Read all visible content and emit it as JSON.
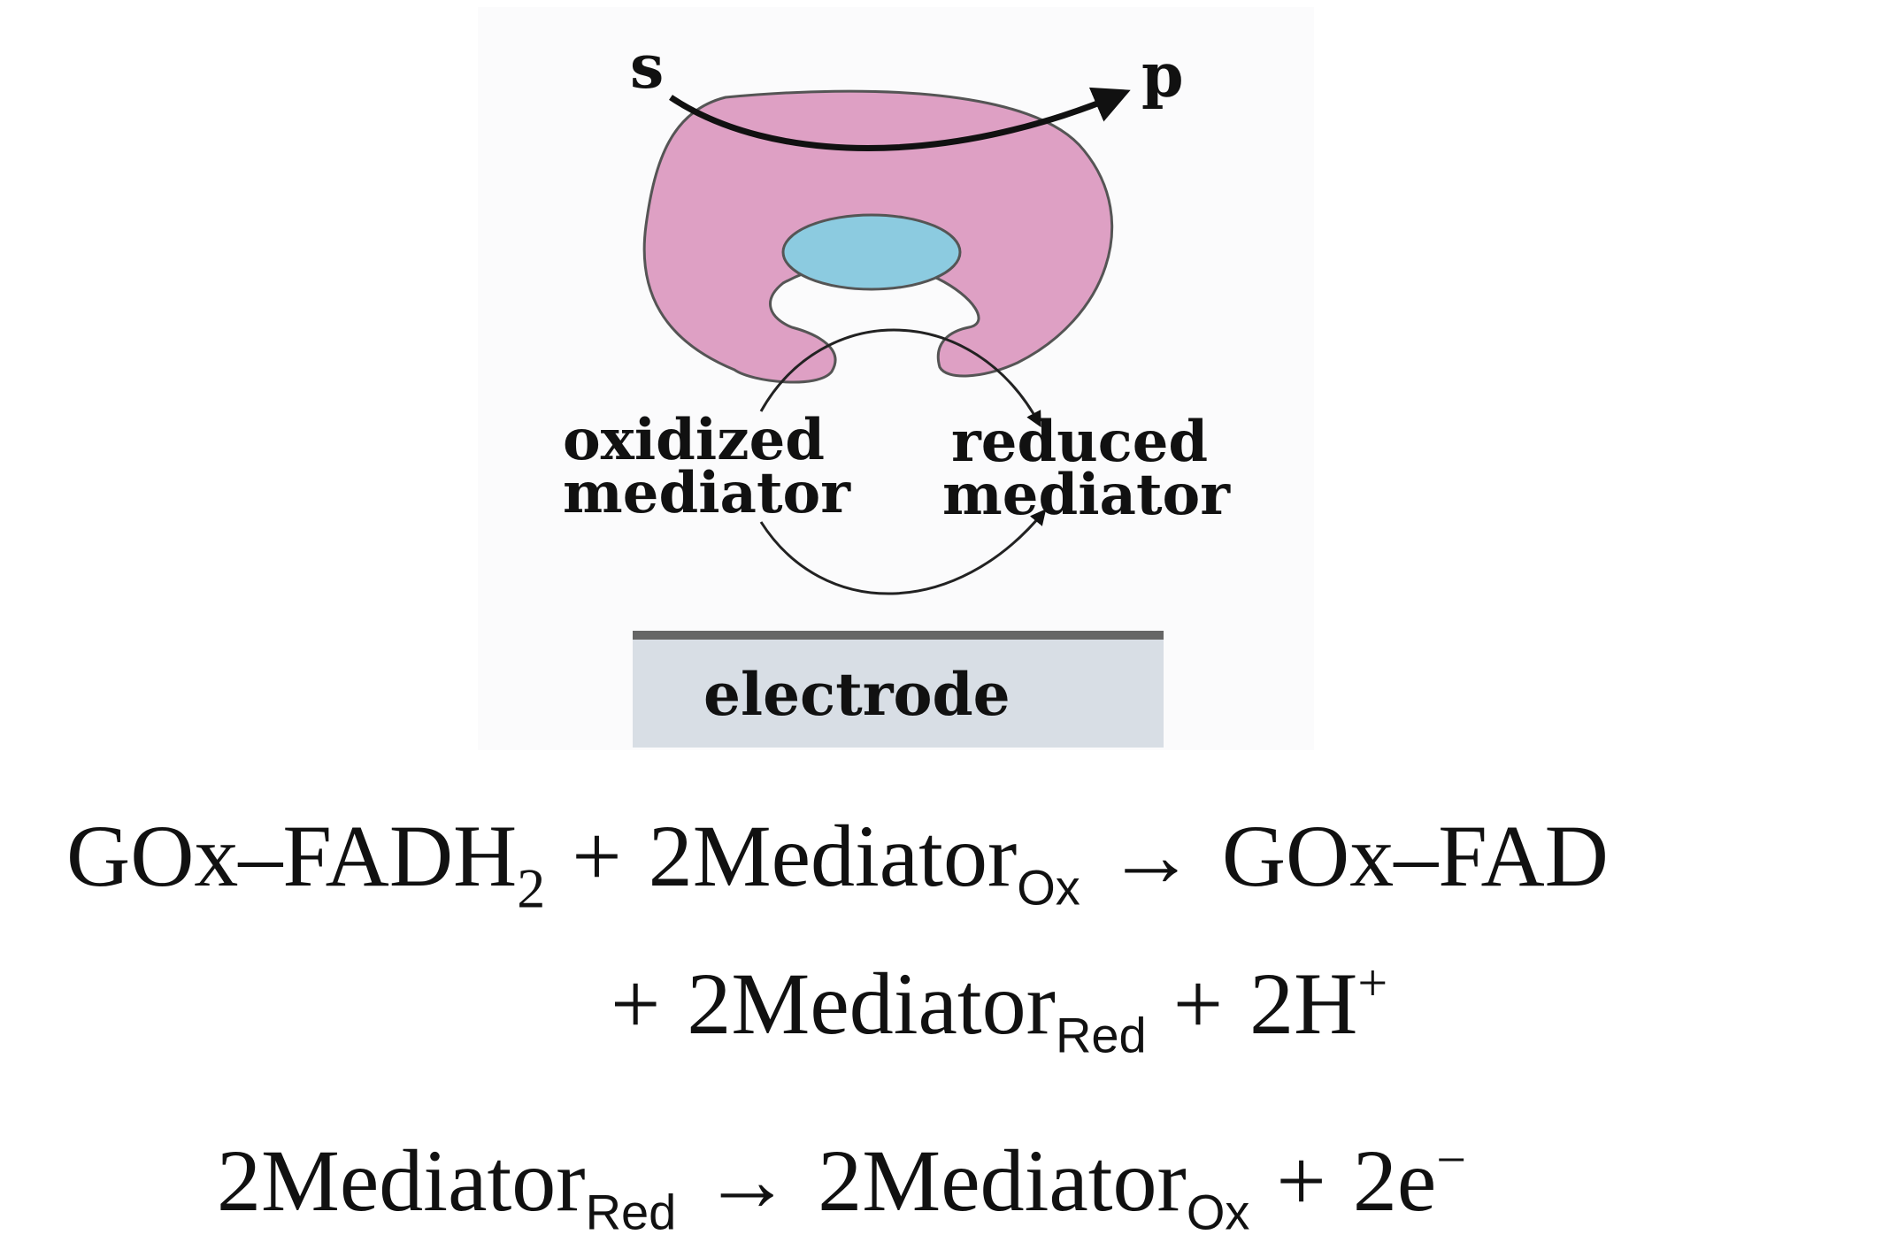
{
  "diagram": {
    "substrate_label": "s",
    "product_label": "p",
    "oxidized_mediator_label": [
      "oxidized",
      "mediator"
    ],
    "reduced_mediator_label": [
      "reduced",
      "mediator"
    ],
    "electrode_label": "electrode",
    "colors": {
      "enzyme": "#dea0c4",
      "active_site": "#8ccbe0",
      "electrode": "#d8dee5",
      "electrode_top": "#666666",
      "outline": "#555555"
    }
  },
  "equations": {
    "eq1": {
      "line1": {
        "reactant1": "GOx–FADH",
        "reactant1_sub": "2",
        "plus": "+",
        "reactant2": "2Mediator",
        "reactant2_sub": "Ox",
        "arrow": "→",
        "product1": "GOx–FAD"
      },
      "line2": {
        "plus1": "+",
        "product2": "2Mediator",
        "product2_sub": "Red",
        "plus2": "+",
        "product3": "2H",
        "product3_sup": "+"
      }
    },
    "eq2": {
      "reactant": "2Mediator",
      "reactant_sub": "Red",
      "arrow": "→",
      "product1": "2Mediator",
      "product1_sub": "Ox",
      "plus": "+",
      "product2": "2e",
      "product2_sup": "−"
    }
  }
}
